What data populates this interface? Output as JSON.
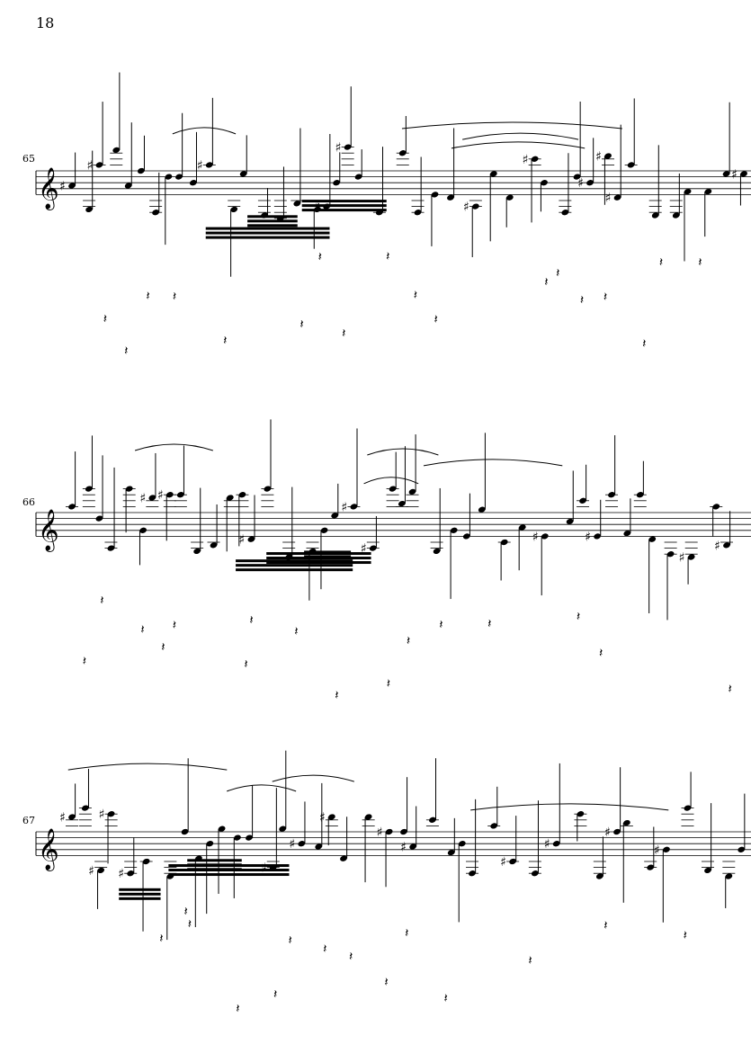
{
  "page": {
    "number": "18"
  },
  "systems": [
    {
      "measure_number": "65"
    },
    {
      "measure_number": "66"
    },
    {
      "measure_number": "67"
    }
  ],
  "clef": "treble-clef",
  "colors": {
    "ink": "#000000",
    "paper": "#ffffff"
  }
}
